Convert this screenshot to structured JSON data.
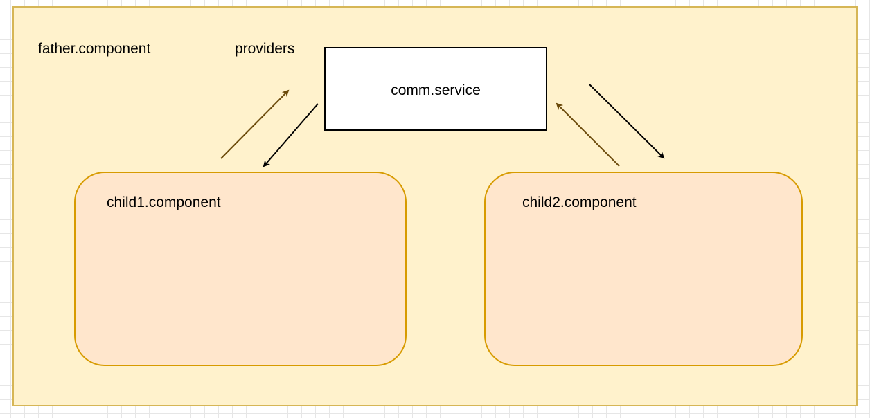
{
  "diagram": {
    "father_label": "father.component",
    "providers_label": "providers",
    "service_label": "comm.service",
    "child1_label": "child1.component",
    "child2_label": "child2.component"
  },
  "colors": {
    "father_fill": "#fff2cc",
    "father_stroke": "#d6b656",
    "child_fill": "#ffe6cc",
    "child_stroke": "#d79b00",
    "service_fill": "#ffffff",
    "arrow_brown": "#6b4a0a",
    "arrow_black": "#000000"
  }
}
